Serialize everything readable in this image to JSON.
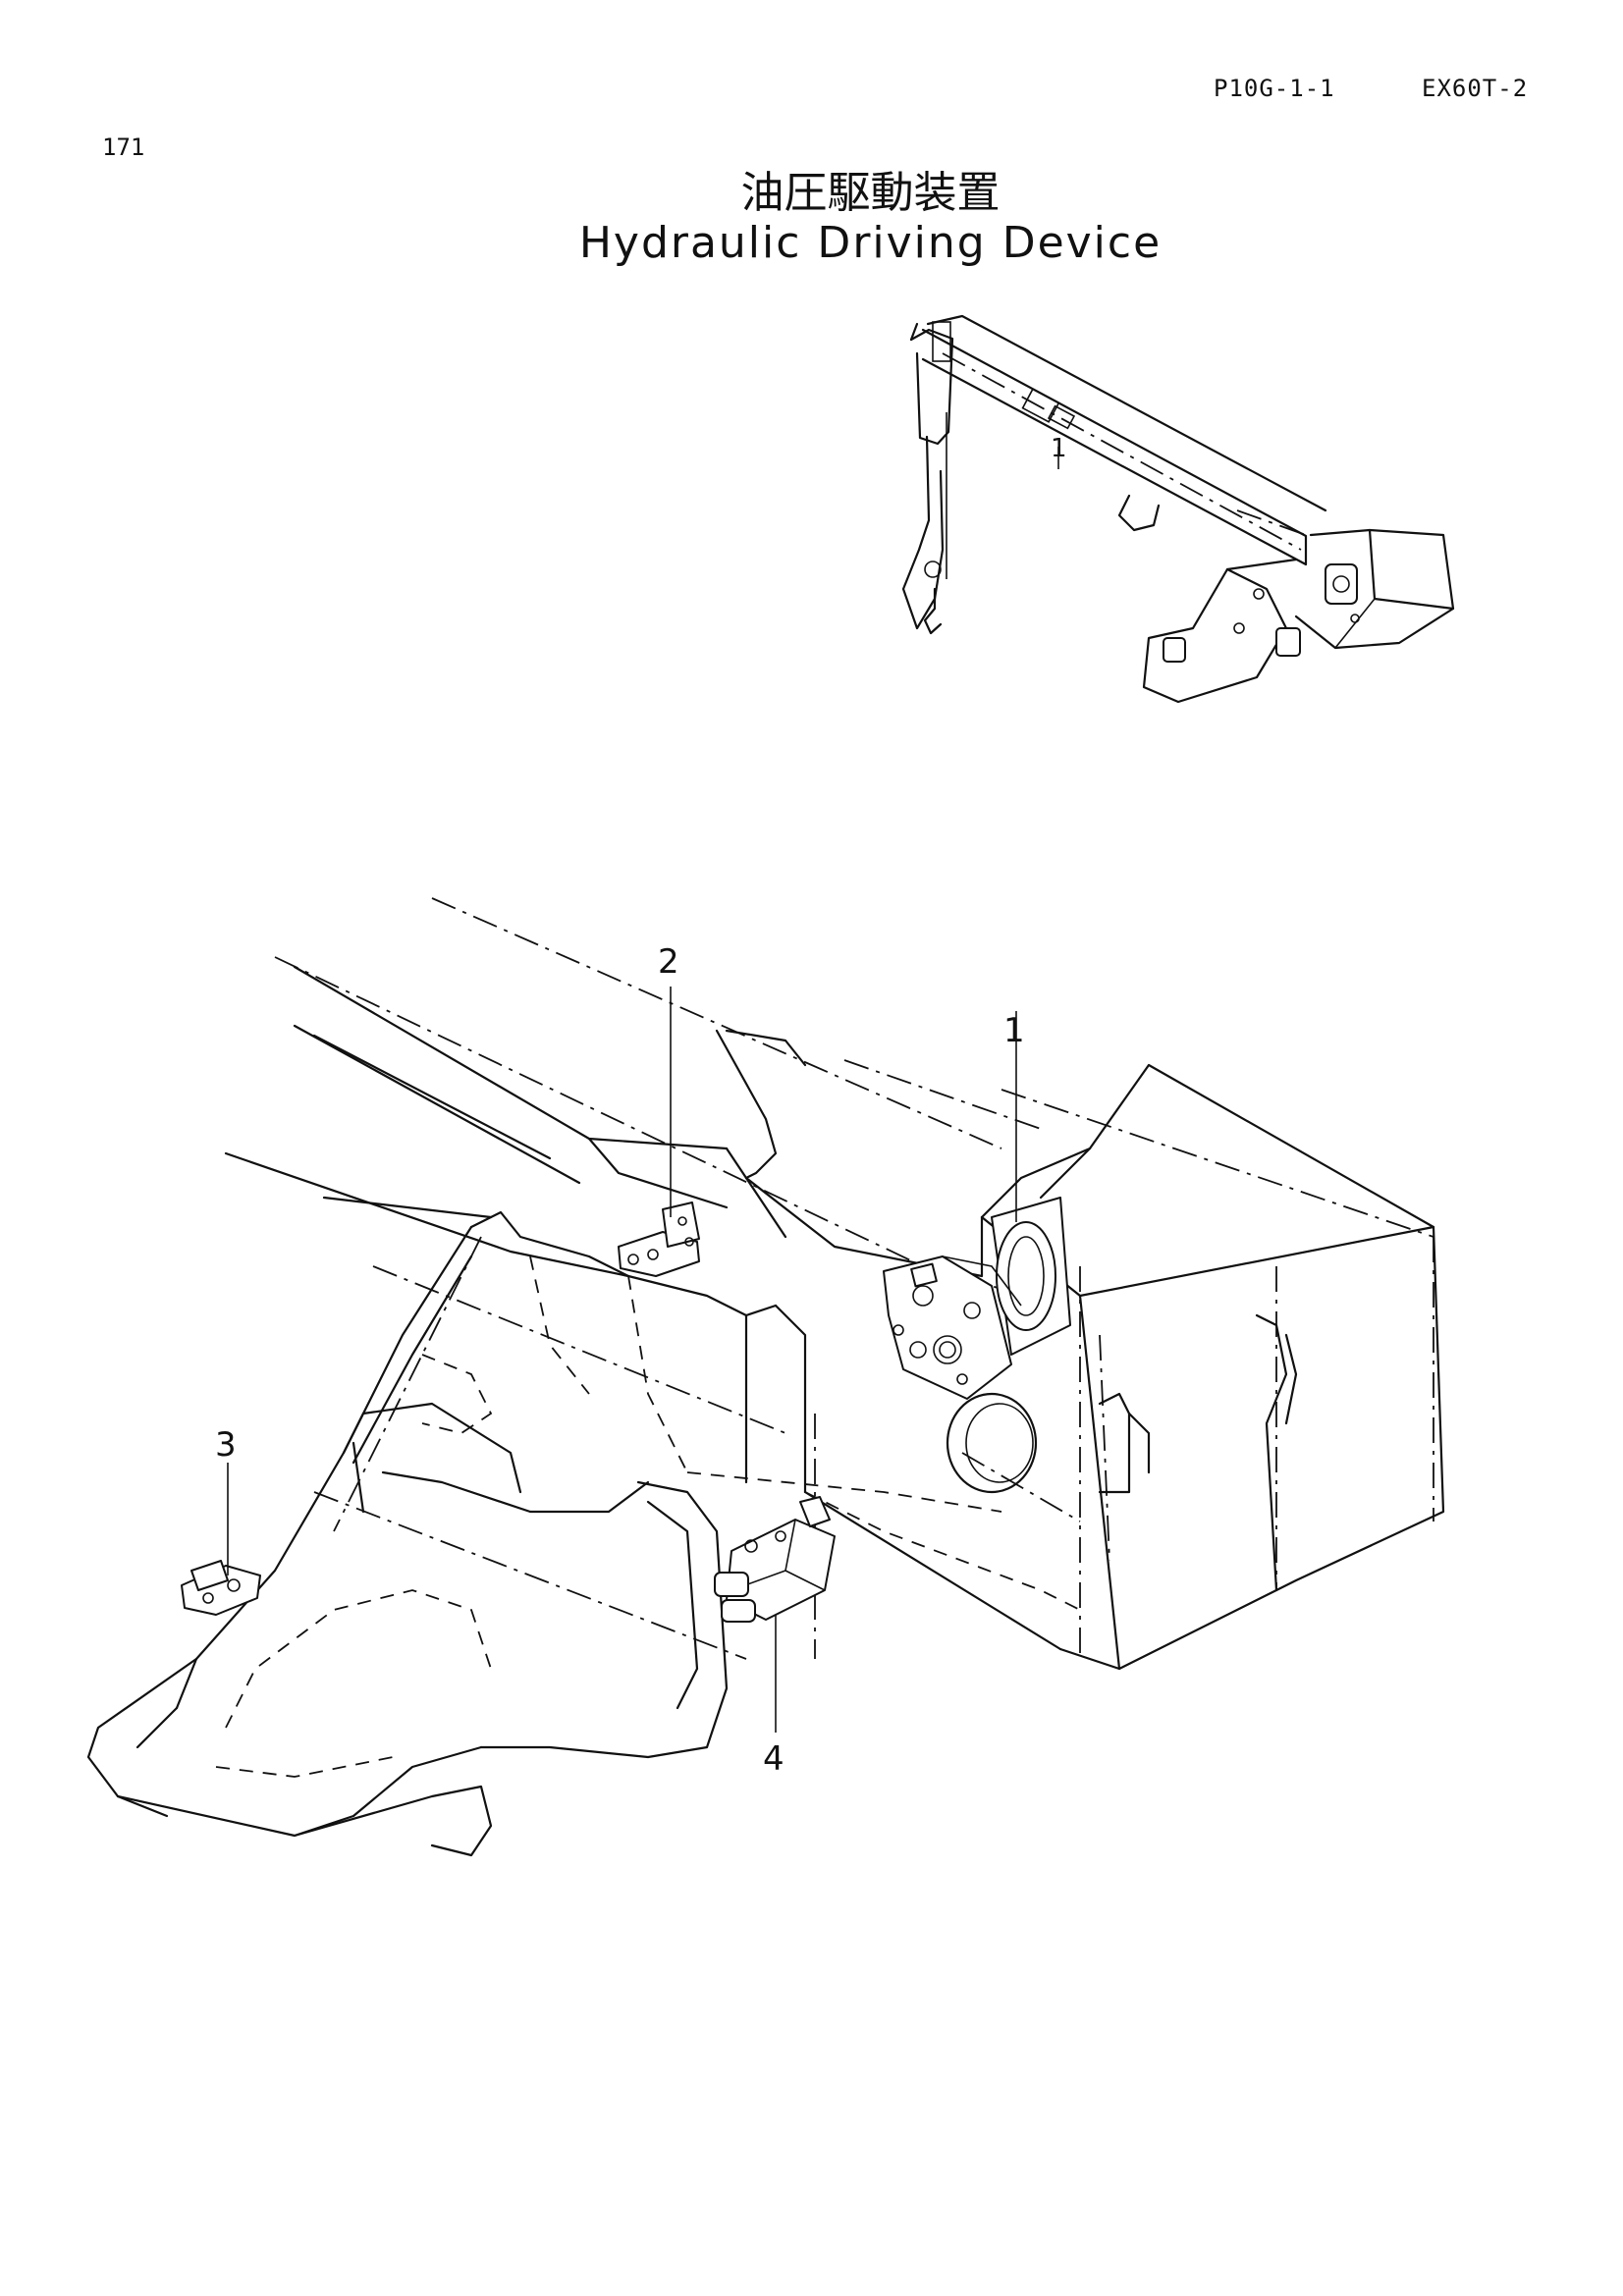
{
  "header": {
    "page_number": "171",
    "page_code": "P10G-1-1",
    "model_code": "EX60T-2"
  },
  "title": {
    "japanese": "油圧駆動装置",
    "english": "Hydraulic Driving Device"
  },
  "overview_diagram": {
    "callouts": [
      "1"
    ]
  },
  "detail_diagram": {
    "callouts": [
      "1",
      "2",
      "3",
      "4"
    ]
  }
}
